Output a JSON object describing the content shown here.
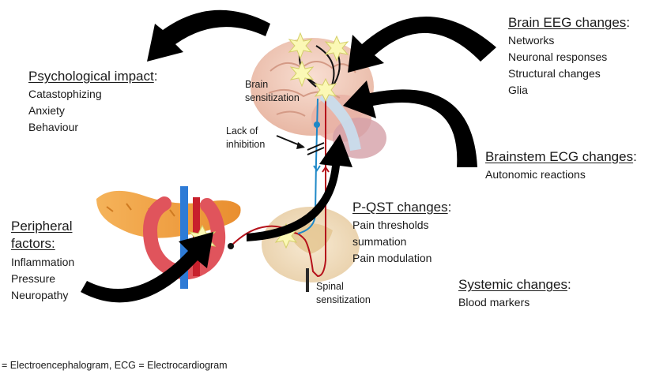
{
  "blocks": {
    "psychological": {
      "title": "Psychological impact",
      "suffix": ":",
      "items": [
        "Catastophizing",
        "Anxiety",
        "Behaviour"
      ]
    },
    "brain_eeg": {
      "title": "Brain EEG changes",
      "suffix": ":",
      "items": [
        "Networks",
        "Neuronal responses",
        "Structural changes",
        "Glia"
      ]
    },
    "brainstem_ecg": {
      "title": "Brainstem ECG changes",
      "suffix": ":",
      "items": [
        "Autonomic reactions"
      ]
    },
    "pqst": {
      "title": "P-QST changes",
      "suffix": ":",
      "items": [
        "Pain thresholds",
        "summation",
        "Pain modulation"
      ]
    },
    "peripheral": {
      "title_line1": "Peripheral",
      "title_line2": "factors:",
      "items": [
        "Inflammation",
        "Pressure",
        "Neuropathy"
      ]
    },
    "systemic": {
      "title": "Systemic changes",
      "suffix": ":",
      "items": [
        "Blood markers"
      ]
    }
  },
  "annotations": {
    "brain_sensitization": [
      "Brain",
      "sensitization"
    ],
    "lack_of_inhibition": [
      "Lack of",
      "inhibition"
    ],
    "spinal_sensitization": [
      "Spinal",
      "sensitization"
    ]
  },
  "footnote": "= Electroencephalogram, ECG = Electrocardiogram",
  "colors": {
    "arrow": "#000000",
    "ascending_pathway": "#b5121b",
    "descending_pathway": "#1e88c7",
    "brain": "#f1c9b6",
    "pancreas": "#f3a64b",
    "duodenum": "#e0545c",
    "vessel_blue": "#2e7bd6",
    "vessel_red": "#c8202c",
    "spinal_cord": "#f0ddc0",
    "spark": "#fbf8b5"
  }
}
